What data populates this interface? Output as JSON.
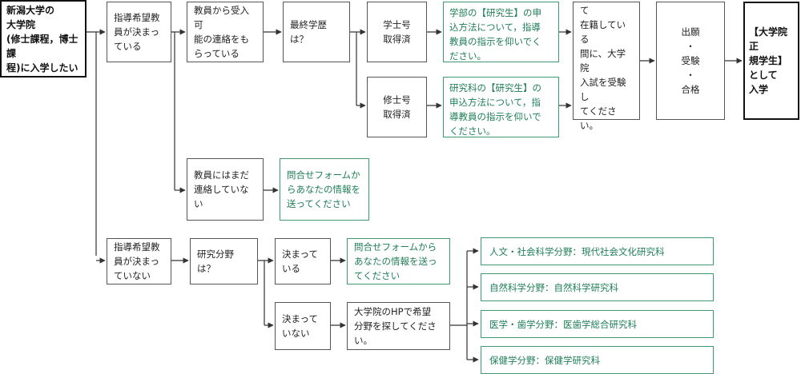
{
  "nodes": {
    "start": "新潟大学の\n大学院\n(修士課程，博士課\n程)に入学したい",
    "advisor_decided": "指導希望教\n員が決まっ\nている",
    "contact_yes": "教員から受入可\n能の連絡をも\nらっている",
    "last_degree": "最終学歴は？",
    "bachelor": "学士号\n取得済",
    "bachelor_note": "学部の【研究生】の申\n込方法について，指導\n教員の指示を仰いでく\nださい。",
    "master": "修士号\n取得済",
    "master_note": "研究科の【研究生】の\n申込方法について，指\n導教員の指示を仰いで\nください。",
    "research_student": "研究生として\n在籍している\n間に、大学院\n入試を受験し\nてください。",
    "exam_steps": "出願\n・\n受験\n・\n合格",
    "goal": "【大学院正\n規学生】\nとして\n入学",
    "contact_no": "教員にはまだ\n連絡していな\nい",
    "contact_no_note": "問合せフォームか\nらあなたの情報を\n送ってください",
    "advisor_undecided": "指導希望教\n員が決まっ\nていない",
    "field": "研究分野は？",
    "field_decided": "決まって\nいる",
    "field_decided_note": "問合せフォームから\nあなたの情報を送っ\nてください",
    "field_undecided": "決まって\nいない",
    "field_undecided_note": "大学院のHPで希望\n分野を探してくださ\nい。",
    "dept_humanities": "人文・社会科学分野：現代社会文化研究科",
    "dept_science": "自然科学分野：自然科学研究科",
    "dept_medical": "医学・歯学分野：医歯学総合研究科",
    "dept_health": "保健学分野：保健学研究科"
  },
  "colors": {
    "line": "#333333",
    "green_border": "#3f9a72",
    "green_text": "#1f7e58"
  }
}
